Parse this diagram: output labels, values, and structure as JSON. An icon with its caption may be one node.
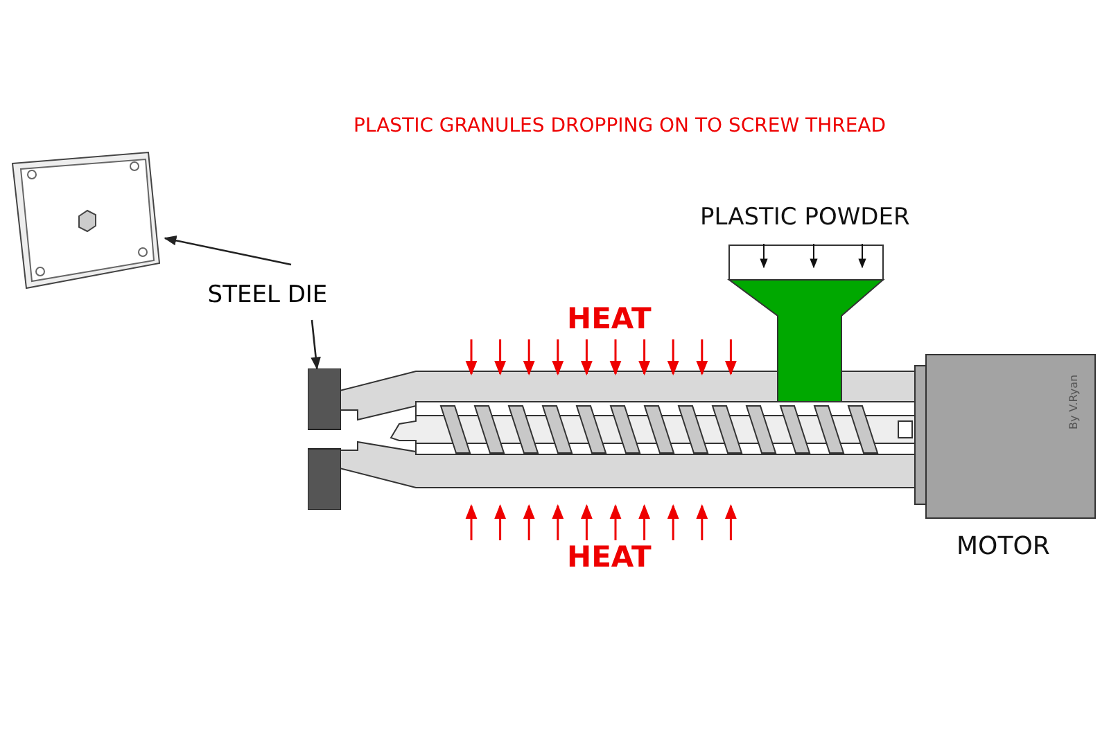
{
  "diagram": {
    "nodes": [
      {
        "text": [
          "STEEL DIE"
        ]
      },
      {
        "text": [],
        "shape": "picture"
      },
      {
        "text": [],
        "shape": "bar"
      }
    ],
    "edges": [
      {
        "from": 0,
        "to": 1,
        "arrow": "to"
      },
      {
        "from": 0,
        "to": 2,
        "arrow": "to"
      }
    ],
    "labels": [
      "PLASTIC GRANULES DROPPING ON TO SCREW THREAD",
      "PLASTIC POWDER",
      "HEAT",
      "By V.Ryan",
      "HEAT",
      "MOTOR"
    ]
  }
}
